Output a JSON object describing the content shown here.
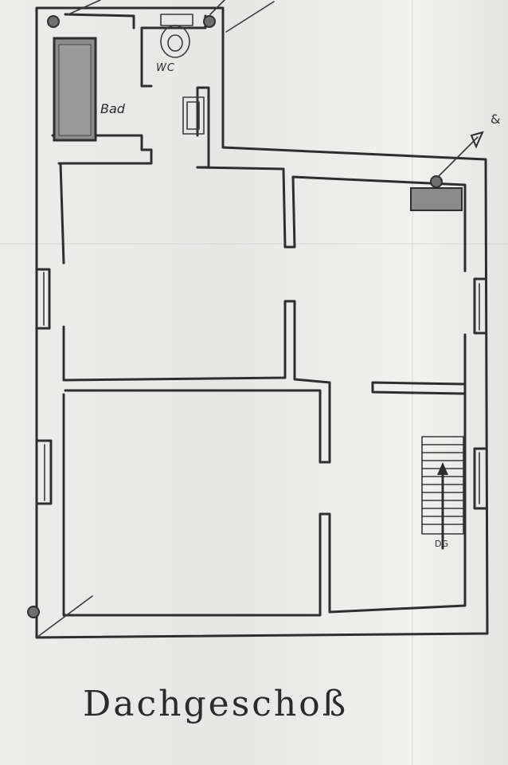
{
  "plan": {
    "title": "Dachgeschoß",
    "rooms": {
      "wc": "WC",
      "bad": "Bad"
    },
    "stair_marker": "DG",
    "arrow_marker": "&"
  }
}
